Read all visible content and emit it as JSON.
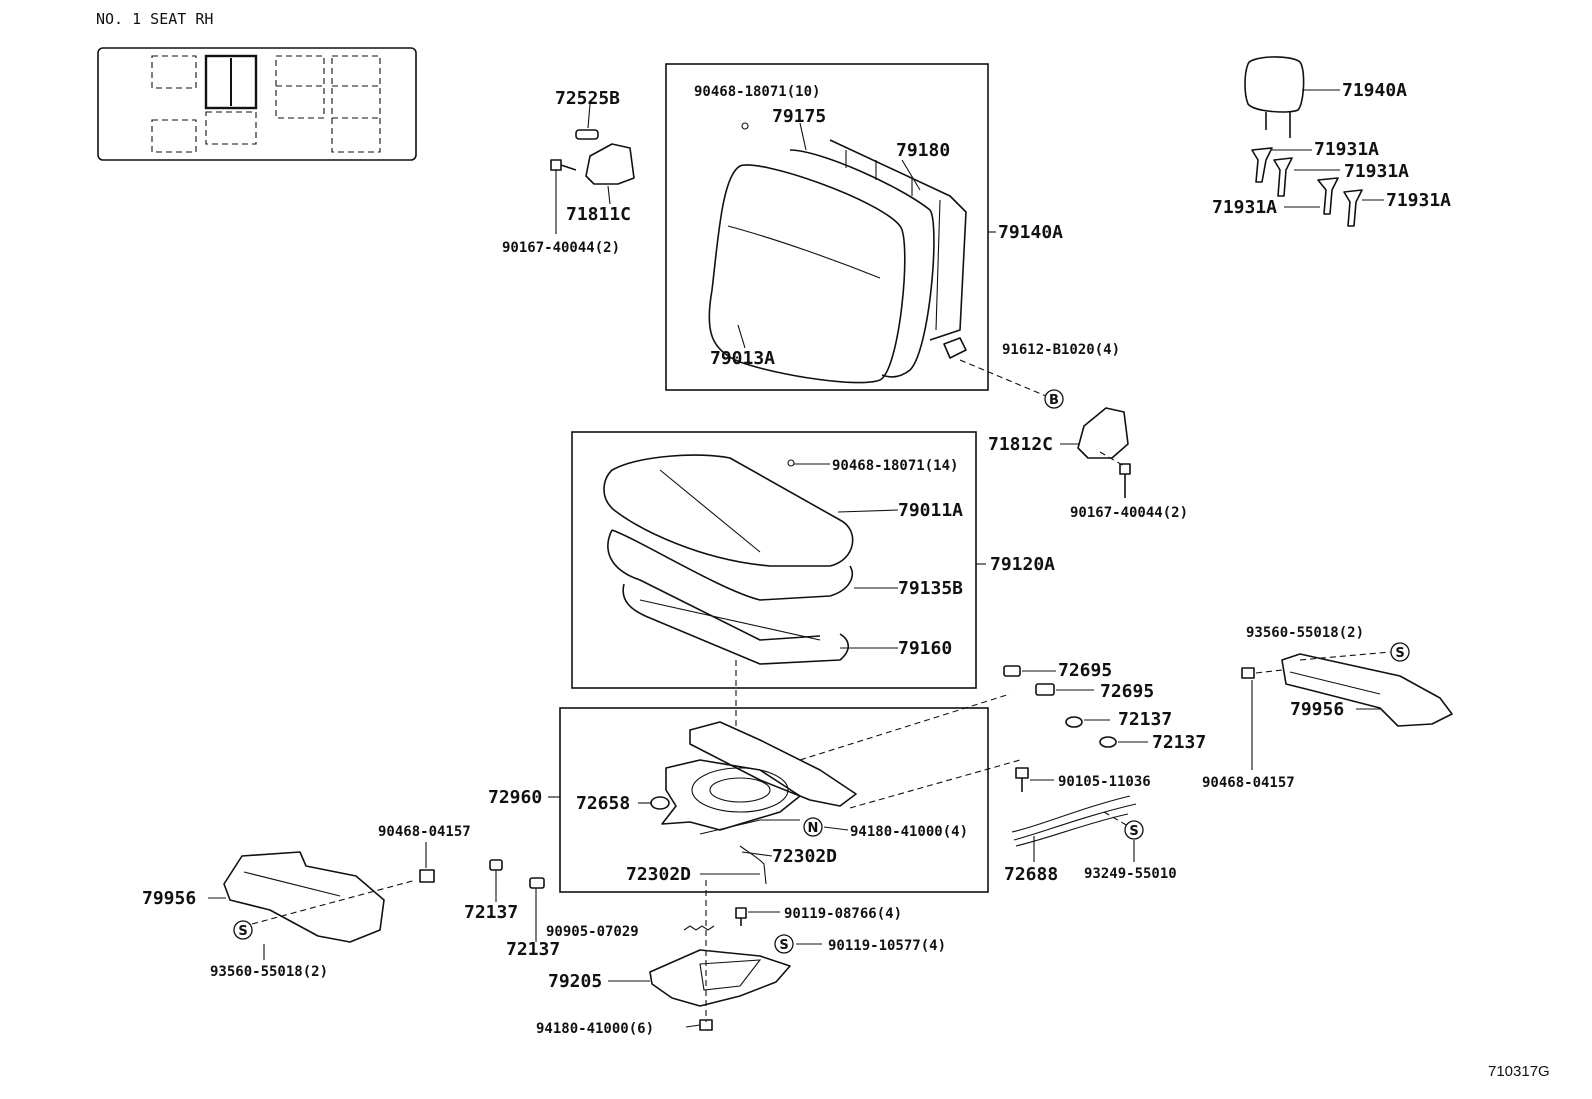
{
  "title": "NO. 1  SEAT  RH",
  "figure_id": "710317G",
  "callouts": {
    "p71940A": "71940A",
    "p71931A_1": "71931A",
    "p71931A_2": "71931A",
    "p71931A_3": "71931A",
    "p71931A_4": "71931A",
    "p72525B": "72525B",
    "p71811C": "71811C",
    "p90167_40044_top": "90167-40044(2)",
    "p90468_18071_10": "90468-18071(10)",
    "p79175": "79175",
    "p79180": "79180",
    "p79140A": "79140A",
    "p79013A": "79013A",
    "p91612_B1020": "91612-B1020(4)",
    "p71812C": "71812C",
    "p90167_40044_right": "90167-40044(2)",
    "p90468_18071_14": "90468-18071(14)",
    "p79011A": "79011A",
    "p79120A": "79120A",
    "p79135B": "79135B",
    "p79160": "79160",
    "p93560_55018_right": "93560-55018(2)",
    "p79956_right": "79956",
    "p90468_04157_right": "90468-04157",
    "p72695_1": "72695",
    "p72695_2": "72695",
    "p72137_r1": "72137",
    "p72137_r2": "72137",
    "p90105_11036": "90105-11036",
    "p72960": "72960",
    "p72658": "72658",
    "p94180_41000_4": "94180-41000(4)",
    "p72302D_1": "72302D",
    "p72302D_2": "72302D",
    "p72688": "72688",
    "p93249_55010": "93249-55010",
    "p90468_04157_left": "90468-04157",
    "p79956_left": "79956",
    "p93560_55018_left": "93560-55018(2)",
    "p72137_l1": "72137",
    "p72137_l2": "72137",
    "p90119_08766": "90119-08766(4)",
    "p90905_07029": "90905-07029",
    "p90119_10577": "90119-10577(4)",
    "p79205": "79205",
    "p94180_41000_6": "94180-41000(6)"
  },
  "markers": {
    "B": "B",
    "S": "S",
    "N": "N"
  }
}
